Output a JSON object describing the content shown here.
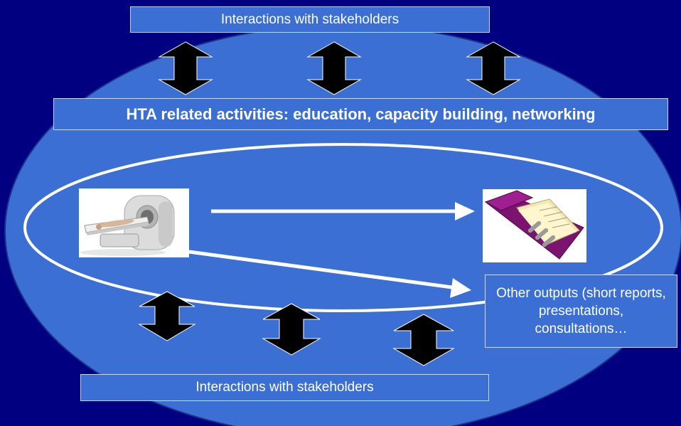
{
  "boxes": {
    "top_stakeholders": "Interactions with stakeholders",
    "hta_activities": "HTA related activities: education, capacity building, networking",
    "bottom_stakeholders": "Interactions with stakeholders",
    "other_outputs": "Other outputs (short reports, presentations, consultations…"
  },
  "images": {
    "scanner": "ct-scanner-image",
    "report": "report-binder-image"
  },
  "colors": {
    "background": "#000080",
    "ellipse_fill": "#3b6fd3",
    "box_fill": "#3b6fd3",
    "arrow_fill": "#000000",
    "text": "#ffffff"
  }
}
